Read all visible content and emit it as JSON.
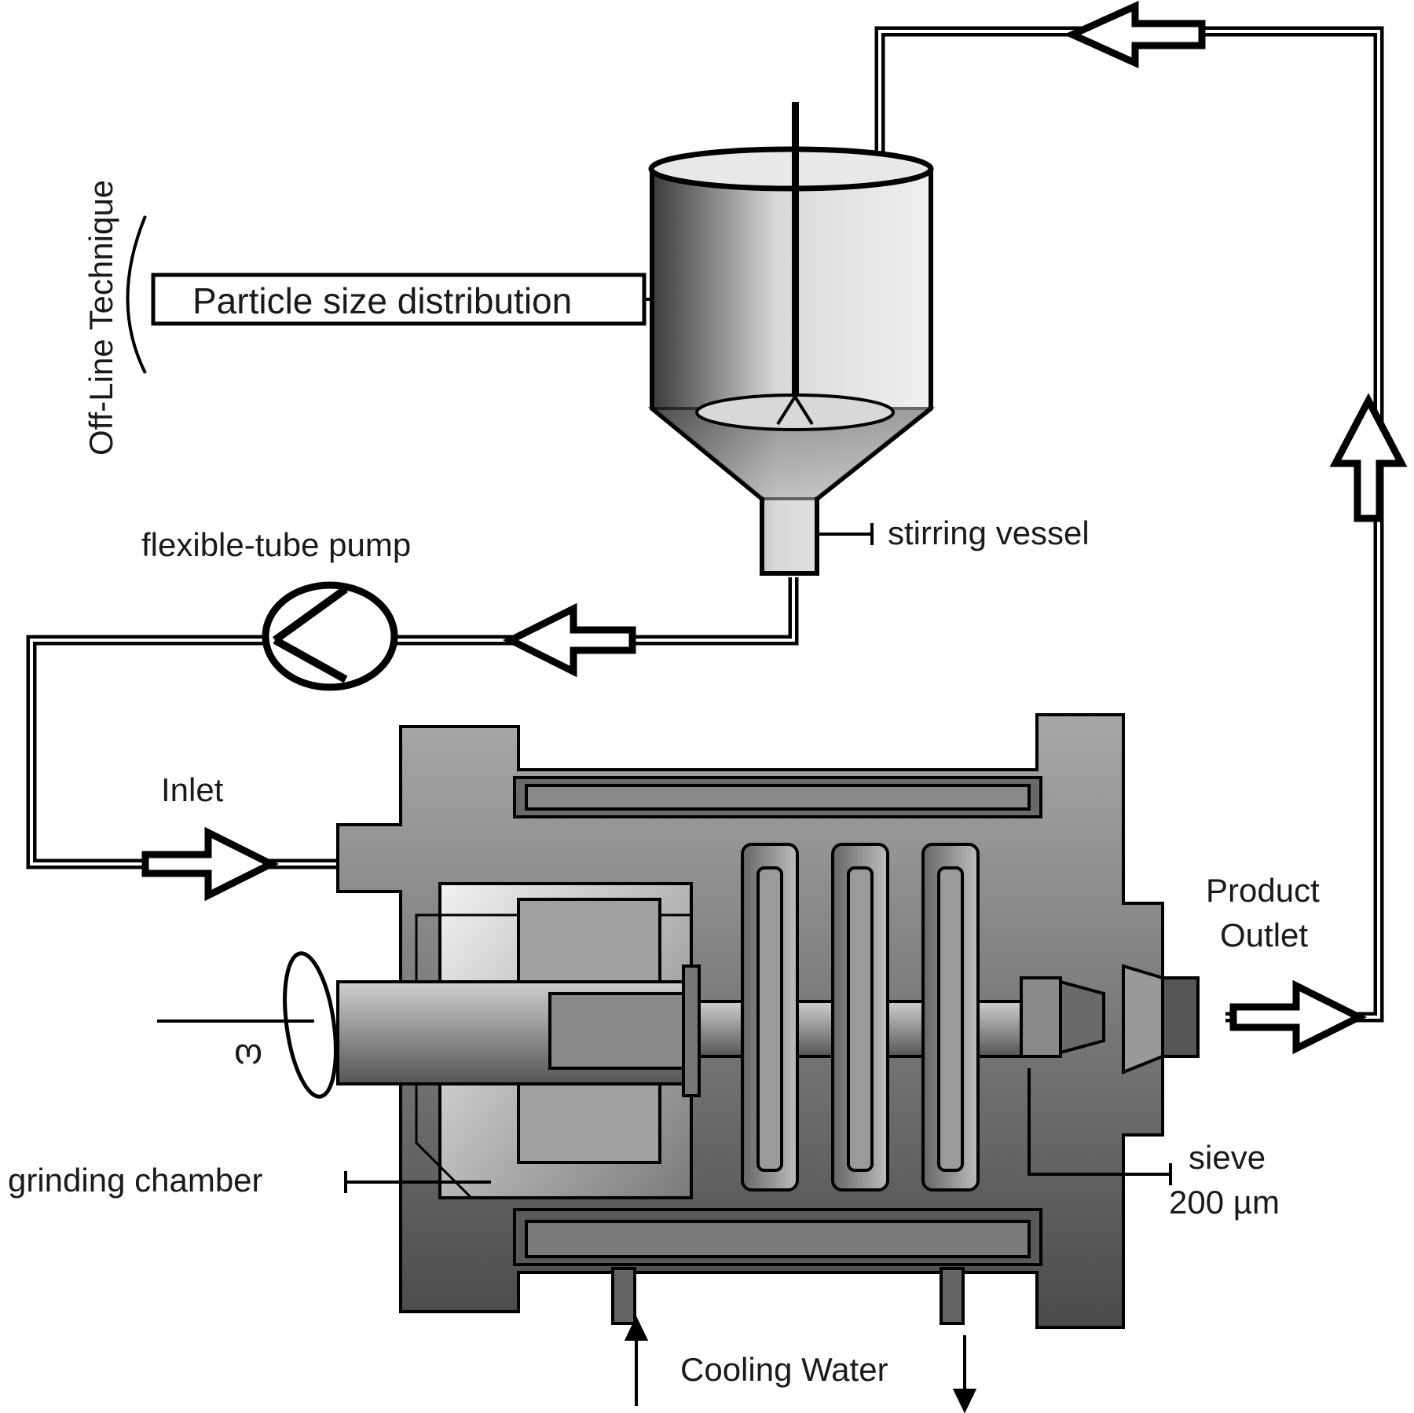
{
  "labels": {
    "offline": "Off-Line Technique",
    "psd": "Particle size distribution",
    "pump": "flexible-tube pump",
    "vessel": "stirring vessel",
    "inlet": "Inlet",
    "product": "Product",
    "outlet": "Outlet",
    "omega": "ω",
    "chamber": "grinding chamber",
    "sieve": "sieve",
    "sieve_size": "200 µm",
    "cooling": "Cooling Water"
  },
  "colors": {
    "outline": "#000000",
    "pipe": "#ffffff",
    "body_dark": "#4a4a4a",
    "body_mid": "#8c8c8c",
    "body_light": "#cfcfcf"
  },
  "icons": {
    "flow_arrow": "flow-arrow-icon",
    "rotation": "rotation-icon"
  }
}
